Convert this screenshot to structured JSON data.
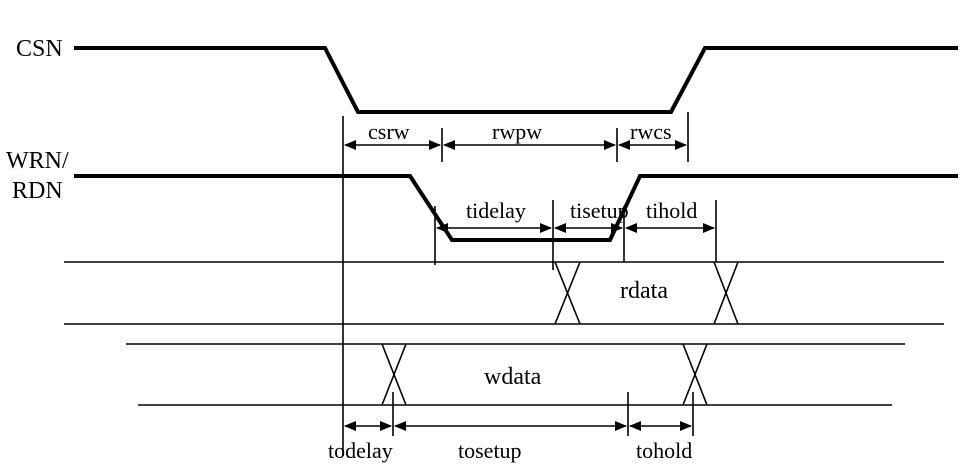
{
  "signals": {
    "csn": "CSN",
    "wrn_line1": "WRN/",
    "wrn_line2": "RDN"
  },
  "buses": {
    "rdata": "rdata",
    "wdata": "wdata"
  },
  "timing": {
    "csrw": "csrw",
    "rwpw": "rwpw",
    "rwcs": "rwcs",
    "tidelay": "tidelay",
    "tisetup": "tisetup",
    "tihold": "tihold",
    "todelay": "todelay",
    "tosetup": "tosetup",
    "tohold": "tohold"
  }
}
